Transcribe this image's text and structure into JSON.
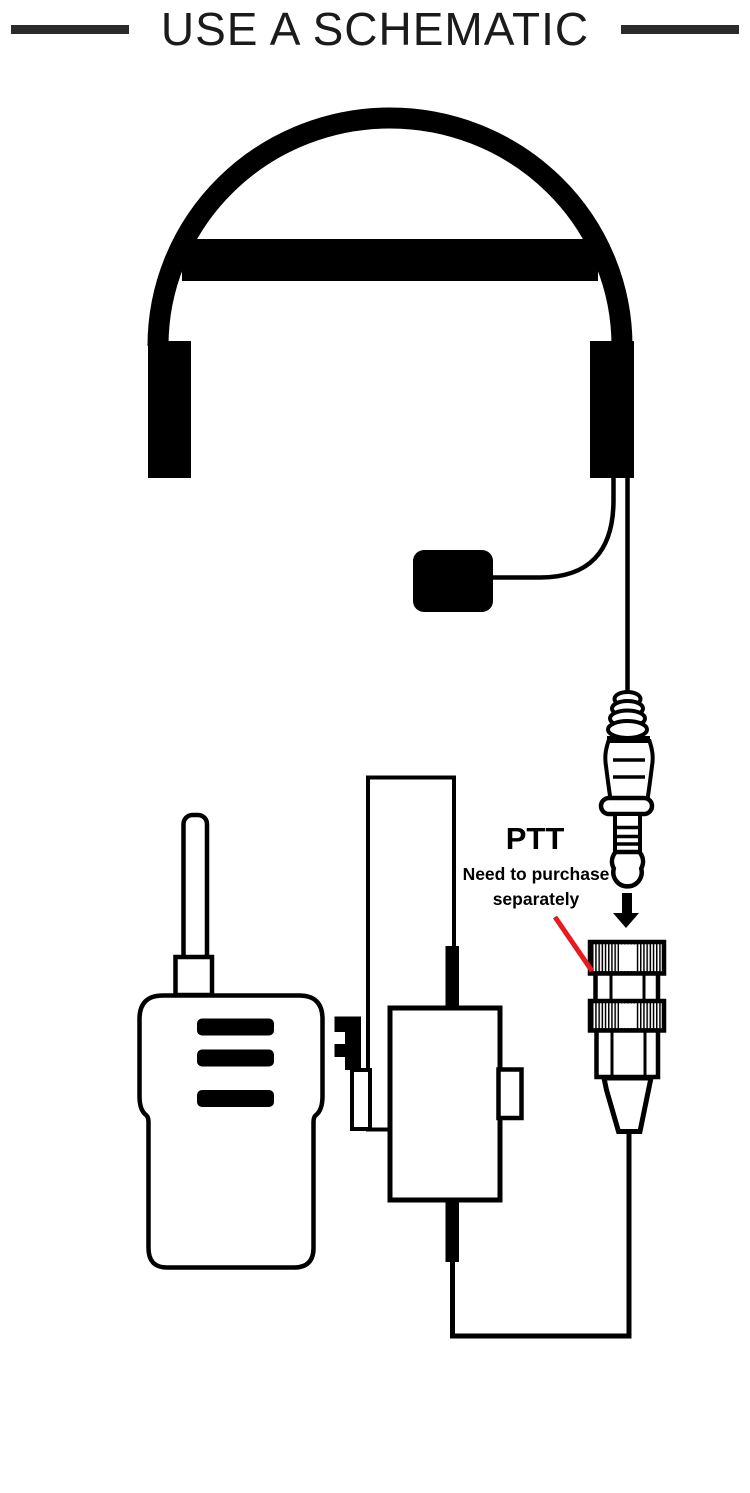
{
  "header": {
    "title": "USE A SCHEMATIC"
  },
  "callout": {
    "title": "PTT",
    "note_line1": "Need to purchase",
    "note_line2": "separately"
  },
  "colors": {
    "background": "#ffffff",
    "ink": "#000000",
    "title_text": "#1b1b1b",
    "title_rule": "#2b2b2b",
    "callout_red": "#e8191f"
  },
  "figure": {
    "icons": [
      "headset-icon",
      "boom-microphone-icon",
      "audio-jack-plug-icon",
      "down-arrow-icon",
      "screw-connector-icon",
      "ptt-adapter-box-icon",
      "walkie-talkie-icon",
      "cable-line"
    ]
  }
}
